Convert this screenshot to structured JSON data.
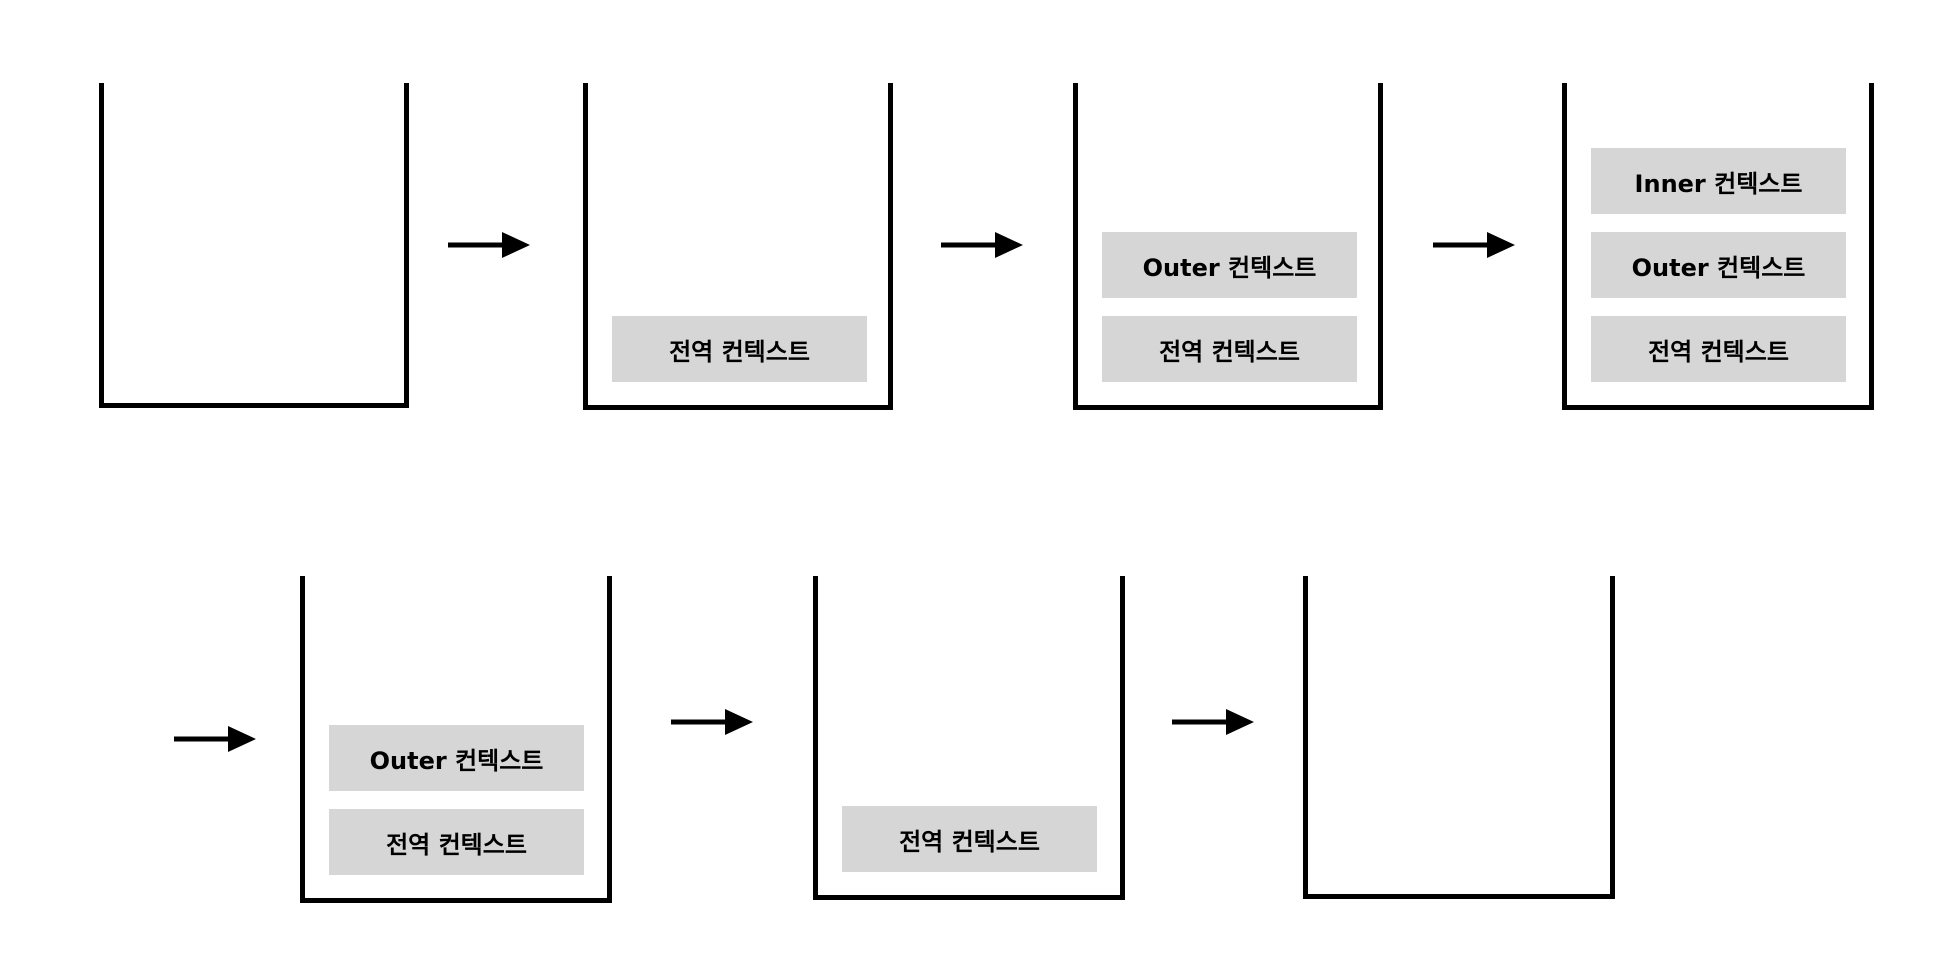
{
  "colors": {
    "background": "#ffffff",
    "stack_outline": "#000000",
    "frame_fill": "#d6d6d6",
    "arrow": "#000000"
  },
  "labels": {
    "global_context": "전역 컨텍스트",
    "outer_context": "Outer 컨텍스트",
    "inner_context": "Inner 컨텍스트"
  },
  "stack_states": [
    {
      "step": 1,
      "frames_bottom_to_top": []
    },
    {
      "step": 2,
      "frames_bottom_to_top": [
        "전역 컨텍스트"
      ]
    },
    {
      "step": 3,
      "frames_bottom_to_top": [
        "전역 컨텍스트",
        "Outer 컨텍스트"
      ]
    },
    {
      "step": 4,
      "frames_bottom_to_top": [
        "전역 컨텍스트",
        "Outer 컨텍스트",
        "Inner 컨텍스트"
      ]
    },
    {
      "step": 5,
      "frames_bottom_to_top": [
        "전역 컨텍스트",
        "Outer 컨텍스트"
      ]
    },
    {
      "step": 6,
      "frames_bottom_to_top": [
        "전역 컨텍스트"
      ]
    },
    {
      "step": 7,
      "frames_bottom_to_top": []
    }
  ],
  "icons": {
    "arrow": "arrow-right-icon"
  }
}
